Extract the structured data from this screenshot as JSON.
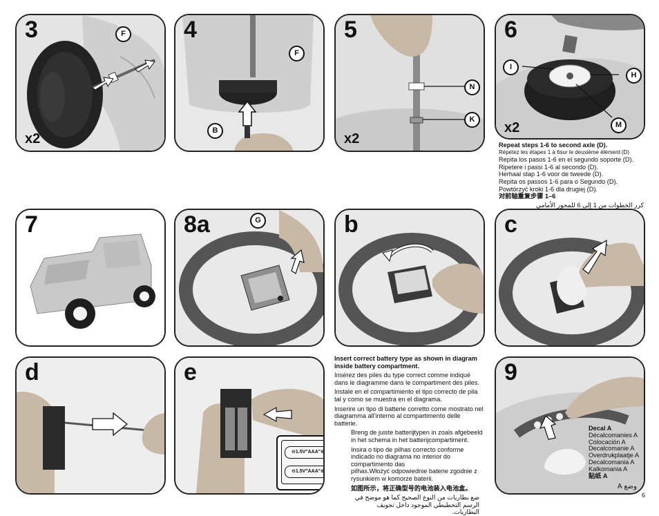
{
  "panels": {
    "p3": {
      "step": "3",
      "mult": "x2",
      "callouts": [
        "F"
      ]
    },
    "p4": {
      "step": "4",
      "callouts": [
        "F",
        "B"
      ]
    },
    "p5": {
      "step": "5",
      "mult": "x2",
      "callouts": [
        "N",
        "K"
      ]
    },
    "p6": {
      "step": "6",
      "mult": "x2",
      "callouts": [
        "I",
        "H",
        "M"
      ]
    },
    "p7": {
      "step": "7"
    },
    "p8a": {
      "step": "8a",
      "callouts": [
        "G"
      ]
    },
    "pb": {
      "step": "b"
    },
    "pc": {
      "step": "c"
    },
    "pd": {
      "step": "d"
    },
    "pe": {
      "step": "e",
      "battery_label_1": "1.5V\"AAA\"",
      "battery_label_2": "1.5V\"AAA\""
    },
    "p9": {
      "step": "9"
    }
  },
  "repeat_text": {
    "line_en": "Repeat steps 1-6 to second axle (D).",
    "line_fr": "Répétez les étapes 1 à 6sur le deuxième élément (D)",
    "line_es": "Repita los pasos 1-6 en el segundo soporte (D).",
    "line_it": "Ripetere i passi 1-6  al secondo (D).",
    "line_nl": "Herhaal stap 1-6  voor de tweede (D).",
    "line_pt": "Repita os passos 1-6  para o Segundo (D).",
    "line_pl": "Powtórzyć kroki 1-6   dla drugiej (D).",
    "line_zh": "对前轴重复步骤  1–6",
    "line_ar": "كرر الخطوات من 1 إلى 6 للمحور الأمامي"
  },
  "battery_text": {
    "en": "Insert correct battery type as shown in diagram inside battery compartment.",
    "fr": "Insérez des piles du type correct comme indiqué dans le diagramme dans le compartiment des piles.",
    "es": "Instale en el compartimiento el tipo correcto de pila tal y como se muestra en el diagrama.",
    "it": "Inserire un tipo di batterie corretto come mostrato nel diagramma all'interno al compartimento delle batterie.",
    "nl": "Breng de juiste batterijtypen in zoals afgebeeld in het schema in het batterijcompartiment.",
    "pt": "Insira o tipo de pilhas correcto conforme indicado no diagrama no interior do compartimento das",
    "pl": "pilhas.Włożyć odpowiednie baterie zgodnie z rysunkiem w komorze baterii.",
    "zh": "如图所示，将正确型号的电池装入电池盒。",
    "ar": "ضع بطاريات من النوع الصحيح كما هو موضح في الرسم التخطيطي الموجود داخل تجويف البطاريات."
  },
  "decal_text": {
    "en": "Decal A",
    "fr": "Décalcomanies A",
    "es": "Colocación A",
    "it": "Decalcomanie A",
    "nl": "Overdrukplaatje A",
    "pt": "Decalcomania A",
    "pl": "Kalkomania A",
    "zh": "贴纸  A",
    "ar": "وضع A"
  },
  "page_number": "6"
}
